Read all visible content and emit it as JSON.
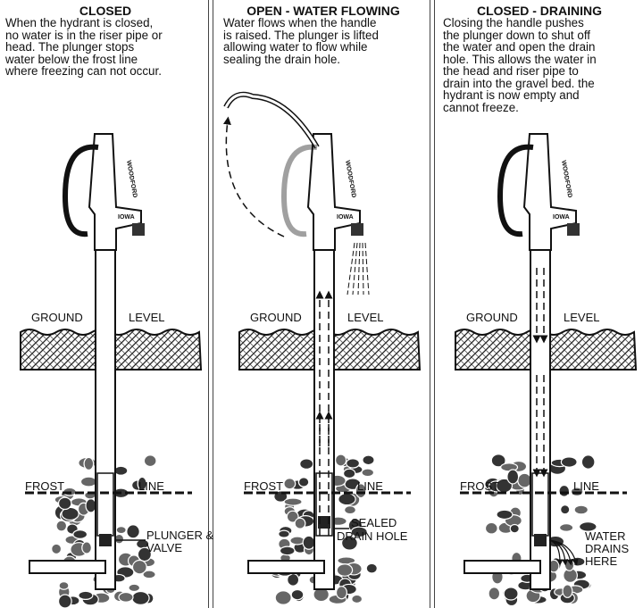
{
  "panels": [
    {
      "title": "CLOSED",
      "lines": [
        "When the hydrant is closed,",
        "no water is in the riser pipe or",
        "head. The plunger stops",
        "water below the frost line",
        "where freezing can not occur."
      ],
      "callout": [
        "PLUNGER &",
        "VALVE"
      ]
    },
    {
      "title": "OPEN - WATER FLOWING",
      "lines": [
        "Water flows when the handle",
        "is raised. The plunger is lifted",
        "allowing water to flow while",
        "sealing the drain hole."
      ],
      "callout": [
        "SEALED",
        "DRAIN HOLE"
      ]
    },
    {
      "title": "CLOSED - DRAINING",
      "lines": [
        "Closing the handle pushes",
        "the plunger down to shut off",
        "the water and open the drain",
        "hole. This allows the water in",
        "the head and riser pipe to",
        "drain into the gravel bed. the",
        "hydrant is now empty and",
        "cannot freeze."
      ],
      "callout": [
        "WATER",
        "DRAINS",
        "HERE"
      ]
    }
  ],
  "labels": {
    "ground": "GROUND",
    "level": "LEVEL",
    "frost": "FROST",
    "line": "LINE"
  },
  "hydrant": {
    "brand": "WOODFORD",
    "origin": "IOWA"
  }
}
